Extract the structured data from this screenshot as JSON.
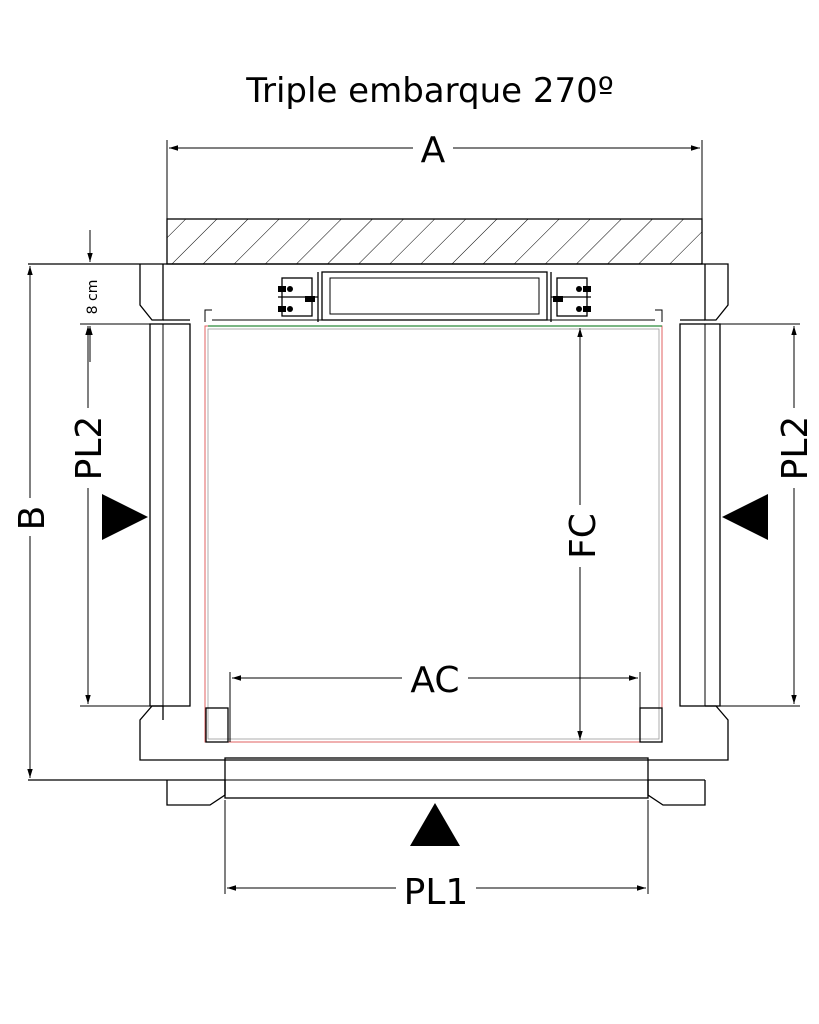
{
  "title": "Triple embarque 270º",
  "labels": {
    "width_shaft": "A",
    "depth_shaft": "B",
    "gap": "8 cm",
    "landing_door_left": "PL2",
    "landing_door_right": "PL2",
    "landing_door_front": "PL1",
    "car_depth": "FC",
    "car_width": "AC"
  },
  "colors": {
    "line": "#000000",
    "car_outline": "#e06060",
    "sill": "#2a8a3a",
    "arrow": "#000000"
  }
}
